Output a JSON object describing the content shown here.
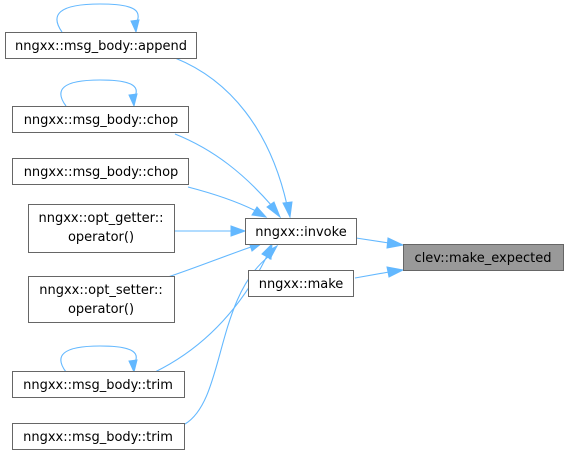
{
  "nodes": {
    "append": {
      "lines": [
        "nngxx::msg_body::append"
      ]
    },
    "chop1": {
      "lines": [
        "nngxx::msg_body::chop"
      ]
    },
    "chop2": {
      "lines": [
        "nngxx::msg_body::chop"
      ]
    },
    "opt_getter": {
      "lines": [
        "nngxx::opt_getter::",
        "operator()"
      ]
    },
    "opt_setter": {
      "lines": [
        "nngxx::opt_setter::",
        "operator()"
      ]
    },
    "trim1": {
      "lines": [
        "nngxx::msg_body::trim"
      ]
    },
    "trim2": {
      "lines": [
        "nngxx::msg_body::trim"
      ]
    },
    "invoke": {
      "lines": [
        "nngxx::invoke"
      ]
    },
    "make": {
      "lines": [
        "nngxx::make"
      ]
    },
    "make_expected": {
      "lines": [
        "clev::make_expected"
      ]
    }
  },
  "edges": [
    {
      "from": "append",
      "to": "append",
      "kind": "self"
    },
    {
      "from": "chop1",
      "to": "chop1",
      "kind": "self"
    },
    {
      "from": "trim1",
      "to": "trim1",
      "kind": "self"
    },
    {
      "from": "append",
      "to": "invoke"
    },
    {
      "from": "chop1",
      "to": "invoke"
    },
    {
      "from": "chop2",
      "to": "invoke"
    },
    {
      "from": "opt_getter",
      "to": "invoke"
    },
    {
      "from": "opt_setter",
      "to": "invoke"
    },
    {
      "from": "trim1",
      "to": "invoke"
    },
    {
      "from": "trim2",
      "to": "invoke"
    },
    {
      "from": "invoke",
      "to": "make_expected"
    },
    {
      "from": "make",
      "to": "make_expected"
    }
  ],
  "colors": {
    "edge": "#63b8ff",
    "node_border": "#666666",
    "root_fill": "#999999"
  }
}
